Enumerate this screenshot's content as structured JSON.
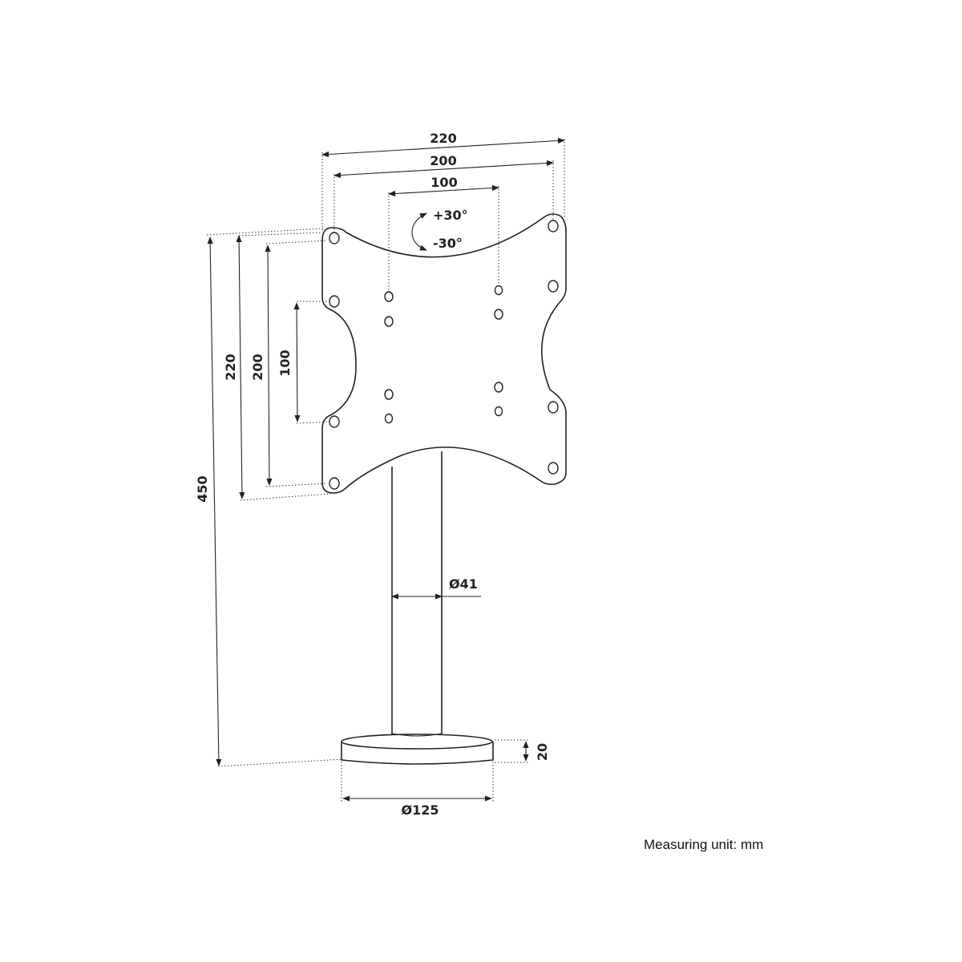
{
  "dimensions": {
    "top_width_outer": "220",
    "top_width_mid": "200",
    "top_width_inner": "100",
    "rotation_plus": "+30°",
    "rotation_minus": "-30°",
    "side_height_outer": "220",
    "side_height_mid": "200",
    "side_height_inner": "100",
    "total_height": "450",
    "pole_diameter": "Ø41",
    "base_thickness": "20",
    "base_diameter": "Ø125"
  },
  "footer": {
    "measuring_unit": "Measuring unit: mm"
  }
}
